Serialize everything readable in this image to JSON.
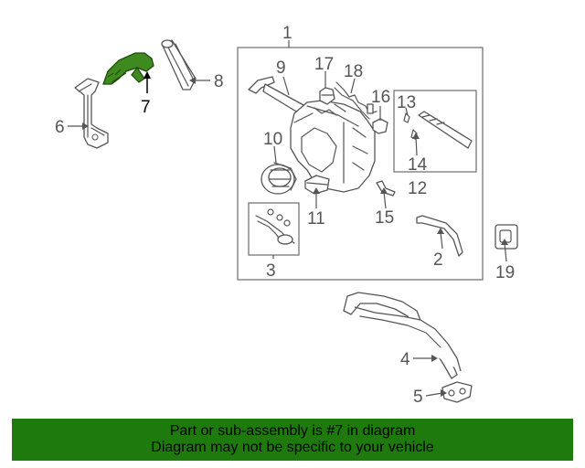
{
  "highlight": {
    "part_number": "7",
    "color": "#3f8a1f"
  },
  "callouts": [
    {
      "id": "1",
      "label": "1"
    },
    {
      "id": "2",
      "label": "2"
    },
    {
      "id": "3",
      "label": "3"
    },
    {
      "id": "4",
      "label": "4"
    },
    {
      "id": "5",
      "label": "5"
    },
    {
      "id": "6",
      "label": "6"
    },
    {
      "id": "7",
      "label": "7"
    },
    {
      "id": "8",
      "label": "8"
    },
    {
      "id": "9",
      "label": "9"
    },
    {
      "id": "10",
      "label": "10"
    },
    {
      "id": "11",
      "label": "11"
    },
    {
      "id": "12",
      "label": "12"
    },
    {
      "id": "13",
      "label": "13"
    },
    {
      "id": "14",
      "label": "14"
    },
    {
      "id": "15",
      "label": "15"
    },
    {
      "id": "16",
      "label": "16"
    },
    {
      "id": "17",
      "label": "17"
    },
    {
      "id": "18",
      "label": "18"
    },
    {
      "id": "19",
      "label": "19"
    }
  ],
  "footer": {
    "line1": "Part or sub-assembly is #7 in diagram",
    "line2": "Diagram may not be specific to your vehicle",
    "background": "#1e7a0c"
  }
}
